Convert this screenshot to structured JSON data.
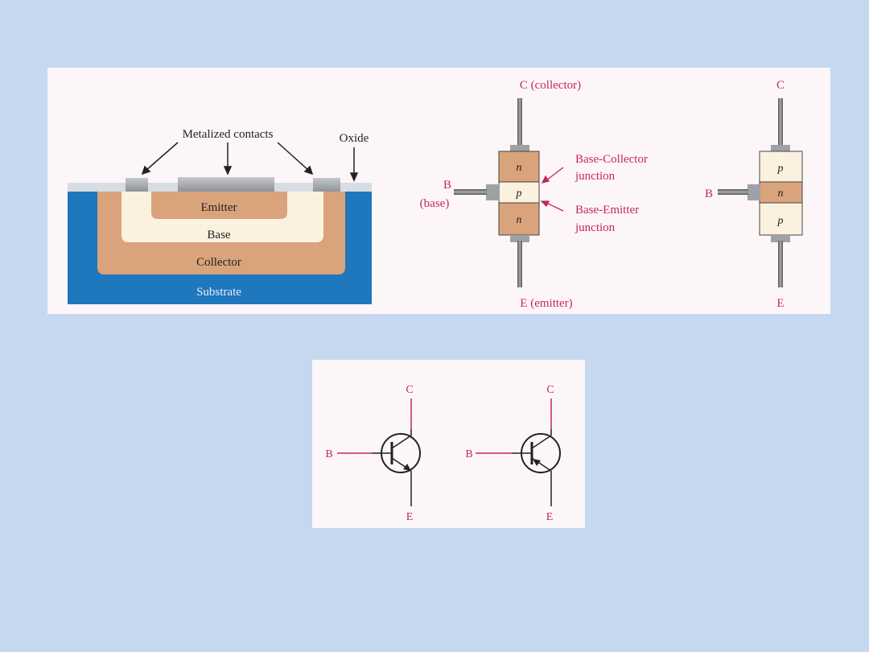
{
  "colors": {
    "background": "#c5d8f0",
    "panel": "#fdf6f8",
    "substrate": "#1f77bd",
    "collector": "#d9a37c",
    "base": "#fbf1df",
    "emitter": "#d9a37c",
    "oxide": "#d7dde3",
    "contact": "#a9aeb2",
    "accent_label": "#c2285a"
  },
  "cross_section": {
    "metal_label": "Metalized contacts",
    "oxide_label": "Oxide",
    "emitter_label": "Emitter",
    "base_label": "Base",
    "collector_label": "Collector",
    "substrate_label": "Substrate"
  },
  "npn_diagram": {
    "collector_label": "C (collector)",
    "emitter_label": "E (emitter)",
    "base_label": "B",
    "base_sub_label": "(base)",
    "layers": [
      "n",
      "p",
      "n"
    ],
    "bc_junction_line1": "Base-Collector",
    "bc_junction_line2": "junction",
    "be_junction_line1": "Base-Emitter",
    "be_junction_line2": "junction"
  },
  "pnp_diagram": {
    "collector_label": "C",
    "emitter_label": "E",
    "base_label": "B",
    "layers": [
      "p",
      "n",
      "p"
    ]
  },
  "symbols": {
    "npn": {
      "c": "C",
      "b": "B",
      "e": "E"
    },
    "pnp": {
      "c": "C",
      "b": "B",
      "e": "E"
    }
  }
}
